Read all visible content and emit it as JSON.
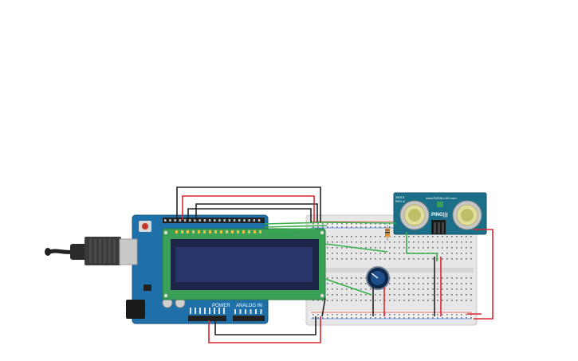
{
  "board": {
    "power_label": "POWER",
    "analog_label": "ANALOG IN"
  },
  "sensor": {
    "model": "PING)))",
    "brand": "www.PARALLAX.com",
    "part": "28015",
    "rev": "REV A"
  },
  "colors": {
    "arduino": "#1f6fa8",
    "lcd_pcb": "#3aa055",
    "lcd_screen": "#27356b",
    "breadboard": "#e9e9e9",
    "sensor_pcb": "#1b6f88",
    "wire_red": "#d9272e",
    "wire_black": "#222222",
    "wire_green": "#35b04a"
  }
}
